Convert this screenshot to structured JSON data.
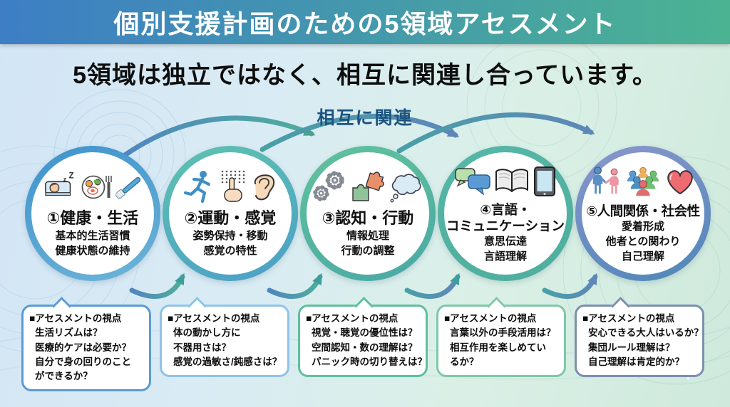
{
  "banner": {
    "title": "個別支援計画のための5領域アセスメント",
    "bg_from": "#3d7ec5",
    "bg_to": "#4bb392",
    "text_color": "#ffffff"
  },
  "headline": "5領域は独立ではなく、相互に関連し合っています。",
  "relation_label": {
    "text": "相互に関連",
    "color": "#1d5580"
  },
  "palette": {
    "arrow_teal": "#3f9e9b",
    "arrow_green": "#4aa28f",
    "arrow_blue": "#5e87b8"
  },
  "domains": [
    {
      "title": "①健康・生活",
      "title_line2": "",
      "subtitle_lines": [
        "基本的生活習慣",
        "健康状態の維持"
      ],
      "border_from": "#3f93cc",
      "border_to": "#6db4d8",
      "icons": [
        "sleeping-person-icon",
        "meal-plate-icon",
        "toothbrush-icon"
      ]
    },
    {
      "title": "②運動・感覚",
      "title_line2": "",
      "subtitle_lines": [
        "姿勢保持・移動",
        "感覚の特性"
      ],
      "border_from": "#5ec2ae",
      "border_to": "#4b9fc9",
      "icons": [
        "running-person-icon",
        "touch-hand-icon",
        "ear-icon"
      ]
    },
    {
      "title": "③認知・行動",
      "title_line2": "",
      "subtitle_lines": [
        "情報処理",
        "行動の調整"
      ],
      "border_from": "#62c29b",
      "border_to": "#49a9a5",
      "icons": [
        "gears-icon",
        "puzzle-icon",
        "thought-bubble-icon"
      ]
    },
    {
      "title": "④言語・",
      "title_line2": "コミュニケーション",
      "subtitle_lines": [
        "意思伝達",
        "言語理解"
      ],
      "border_from": "#55b7a8",
      "border_to": "#4fae9d",
      "icons": [
        "speech-bubbles-icon",
        "open-book-icon",
        "tablet-icon"
      ]
    },
    {
      "title": "⑤人間関係・社会性",
      "title_line2": "",
      "subtitle_lines": [
        "愛着形成",
        "他者との関わり",
        "自己理解"
      ],
      "border_from": "#8a96cc",
      "border_to": "#4f87b8",
      "icons": [
        "holding-hands-icon",
        "people-group-icon",
        "heart-icon"
      ]
    }
  ],
  "assessment_boxes": [
    {
      "header": "■アセスメントの視点",
      "lines": [
        "生活リズムは？",
        "医療的ケアは必要か？",
        "自分で身の回りのこと",
        "ができるか？"
      ],
      "border_color": "#5b9bd5"
    },
    {
      "header": "■アセスメントの視点",
      "lines": [
        "体の動かし方に",
        "不器用さは？",
        "感覚の過敏さ/鈍感さは？"
      ],
      "border_color": "#8fc3e8"
    },
    {
      "header": "■アセスメントの視点",
      "lines": [
        "視覚・聴覚の優位性は？",
        "空間認知・数の理解は？",
        "パニック時の切り替えは？"
      ],
      "border_color": "#5fbf9f"
    },
    {
      "header": "■アセスメントの視点",
      "lines": [
        "言葉以外の手段活用は？",
        "相互作用を楽しめてい",
        "るか？"
      ],
      "border_color": "#7ec8a9"
    },
    {
      "header": "■アセスメントの視点",
      "lines": [
        "安心できる大人はいるか？",
        "集団ルール理解は？",
        "自己理解は肯定的か？"
      ],
      "border_color": "#7d8fb0"
    }
  ]
}
